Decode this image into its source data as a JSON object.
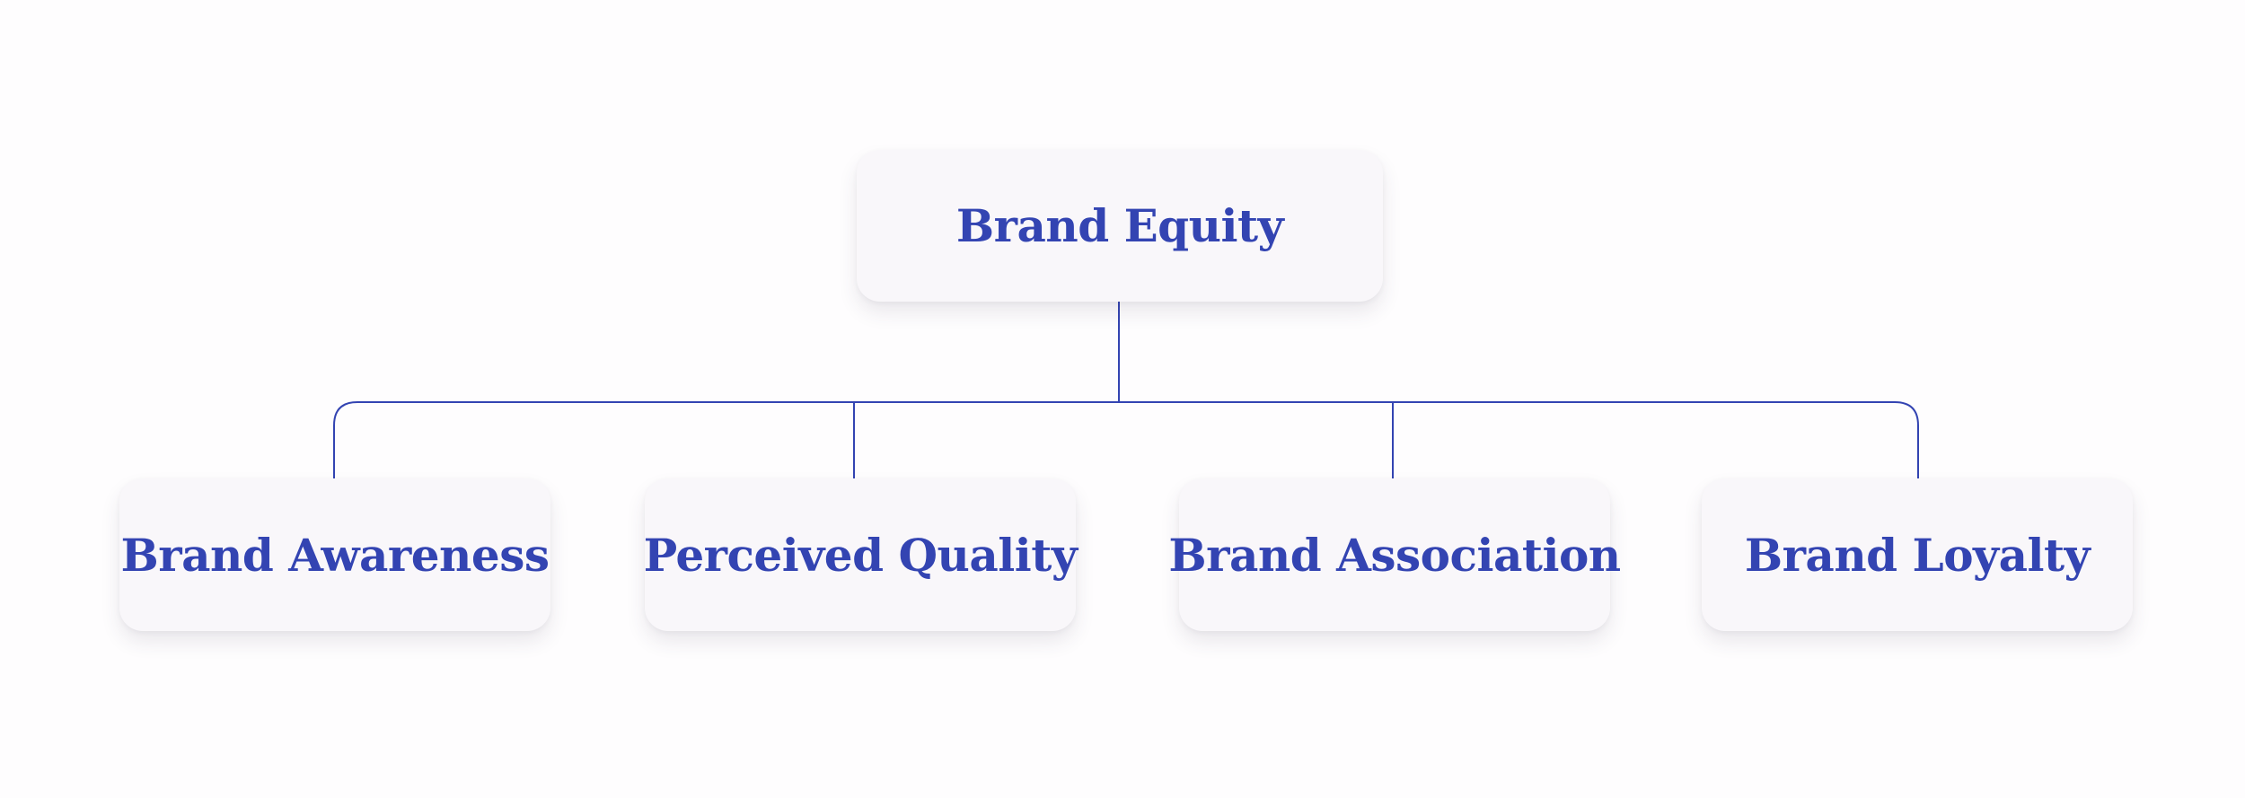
{
  "diagram": {
    "root": {
      "label": "Brand Equity"
    },
    "children": [
      {
        "label": "Brand Awareness"
      },
      {
        "label": "Perceived Quality"
      },
      {
        "label": "Brand Association"
      },
      {
        "label": "Brand Loyalty"
      }
    ]
  },
  "colors": {
    "text": "#3344b2",
    "connector": "#3344b2",
    "node_fill": "#f9f7fa",
    "background": "#fefdfe"
  }
}
